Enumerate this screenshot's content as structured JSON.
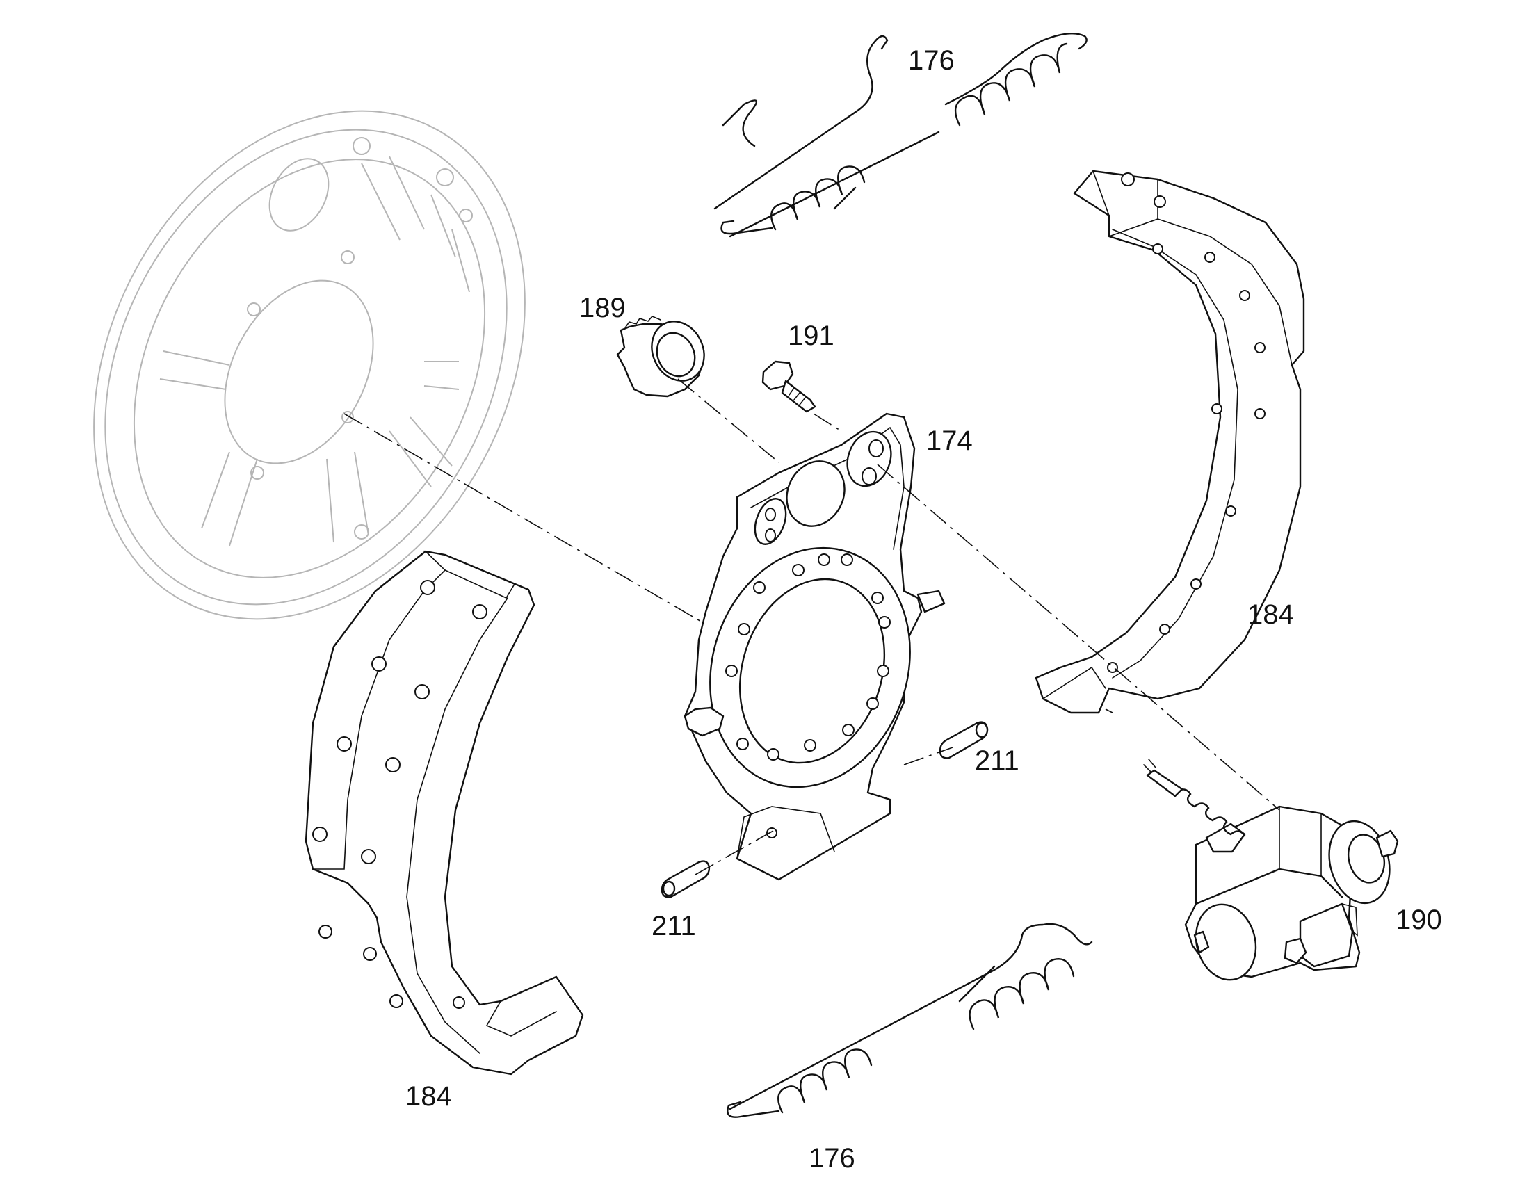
{
  "callouts": {
    "spring_top": "176",
    "spring_bottom": "176",
    "bushing": "189",
    "bolt": "191",
    "backplate": "174",
    "shoe_right": "184",
    "shoe_left": "184",
    "pin_right": "211",
    "pin_left": "211",
    "wheel_cylinder": "190"
  }
}
